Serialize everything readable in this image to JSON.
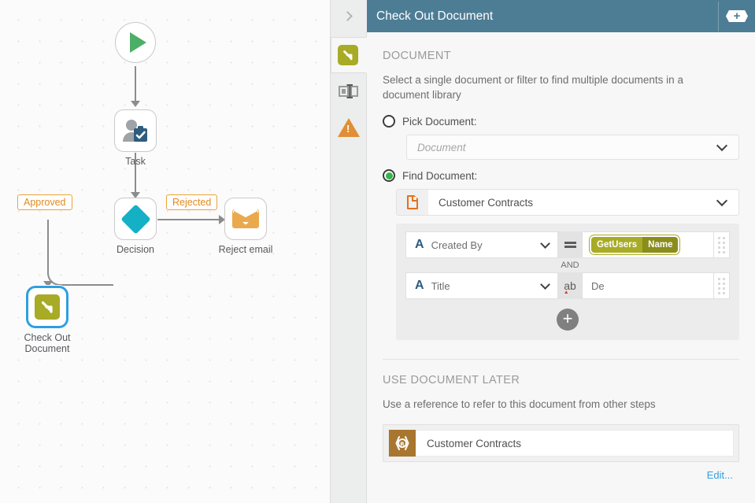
{
  "header": {
    "title": "Check Out Document",
    "collapse_icon": "chevron-right-icon",
    "add_icon": "plus-hex-icon"
  },
  "icon_rail": {
    "items": [
      {
        "name": "check-out-document-tab",
        "icon": "checkout-arrow-icon",
        "active": true
      },
      {
        "name": "form-fields-tab",
        "icon": "input-field-icon",
        "active": false
      },
      {
        "name": "warnings-tab",
        "icon": "warning-triangle-icon",
        "active": false
      }
    ]
  },
  "document_section": {
    "title": "DOCUMENT",
    "description": "Select a single document or filter to find multiple documents in a document library",
    "pick_document": {
      "label": "Pick Document:",
      "selected": false,
      "dropdown_placeholder": "Document",
      "dropdown_value": ""
    },
    "find_document": {
      "label": "Find Document:",
      "selected": true,
      "library_value": "Customer Contracts",
      "library_icon": "document-orange-icon"
    },
    "filters": {
      "conjunction": "AND",
      "rows": [
        {
          "type_icon": "text-field-A-icon",
          "field": "Created By",
          "operator_icon": "equals-icon",
          "operator": "=",
          "value_token": {
            "source": "GetUsers",
            "property": "Name"
          },
          "value_text": "",
          "grip_icon": "drag-handle-icon"
        },
        {
          "type_icon": "text-field-A-icon",
          "field": "Title",
          "operator_icon": "ab-contains-icon",
          "operator": "ab",
          "value_token": null,
          "value_text": "De",
          "grip_icon": "drag-handle-icon"
        }
      ],
      "add_button_icon": "plus-circle-icon"
    }
  },
  "use_later_section": {
    "title": "USE DOCUMENT LATER",
    "description": "Use a reference to refer to this document from other steps",
    "reference_label": "Customer Contracts",
    "reference_icon": "reference-brown-icon",
    "edit_link": "Edit..."
  },
  "canvas": {
    "nodes": [
      {
        "name": "start-node",
        "label": "",
        "icon": "play-green-icon"
      },
      {
        "name": "task-node",
        "label": "Task",
        "icon": "task-person-check-icon"
      },
      {
        "name": "decision-node",
        "label": "Decision",
        "icon": "diamond-teal-icon"
      },
      {
        "name": "reject-email-node",
        "label": "Reject email",
        "icon": "envelope-orange-icon"
      },
      {
        "name": "check-out-document-node",
        "label": "Check Out Document",
        "icon": "checkout-arrow-icon",
        "selected": true
      }
    ],
    "edge_labels": [
      {
        "name": "edge-label-approved",
        "text": "Approved"
      },
      {
        "name": "edge-label-rejected",
        "text": "Rejected"
      }
    ]
  },
  "colors": {
    "header_bg": "#4d7d94",
    "accent_olive": "#a8ab26",
    "accent_orange": "#e4711e",
    "decision_teal": "#13b0c6",
    "start_green": "#4caf67",
    "selection_blue": "#2f9fe0",
    "link_blue": "#2f9fe0"
  }
}
